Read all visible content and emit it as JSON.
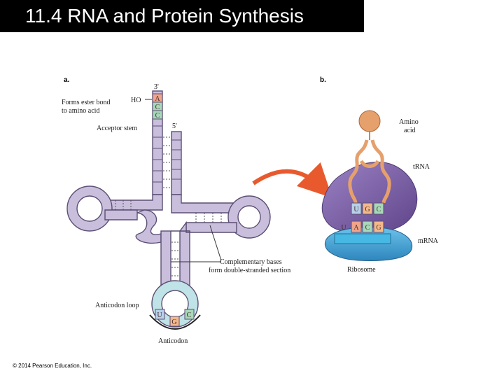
{
  "header": {
    "title": "11.4 RNA and Protein Synthesis"
  },
  "panel_a": {
    "label": "a.",
    "three_prime": "3'",
    "five_prime": "5'",
    "ho": "HO",
    "acceptor_bases": [
      "A",
      "C",
      "C"
    ],
    "anticodon_bases": [
      "U",
      "G",
      "C"
    ],
    "forms_ester_bond": [
      "Forms ester bond",
      "to amino acid"
    ],
    "acceptor_stem": "Acceptor stem",
    "complementary_bases": [
      "Complementary bases",
      "form double-stranded section"
    ],
    "anticodon_loop": "Anticodon loop",
    "anticodon": "Anticodon"
  },
  "panel_b": {
    "label": "b.",
    "amino_acid": [
      "Amino",
      "acid"
    ],
    "trna": "tRNA",
    "mrna": "mRNA",
    "ribosome": "Ribosome",
    "anticodon_bases": [
      "U",
      "G",
      "C"
    ],
    "codon_bases": [
      "A",
      "C",
      "G"
    ]
  },
  "colors": {
    "trna_lavender": "#c9bfdc",
    "outline": "#5c4f74",
    "adenine": "#f0a48a",
    "cytosine": "#a7d8b8",
    "guanine": "#f4b98a",
    "uracil": "#b7d0ea",
    "anticodon_loop": "#bfe3e6",
    "ribosome_large": "#7c5ea6",
    "ribosome_small": "#3c9fd0",
    "mrna": "#47b8e3",
    "amino_acid": "#e6a06c",
    "arrow": "#e85a2e"
  },
  "footer": {
    "copyright": "© 2014 Pearson Education, Inc."
  }
}
